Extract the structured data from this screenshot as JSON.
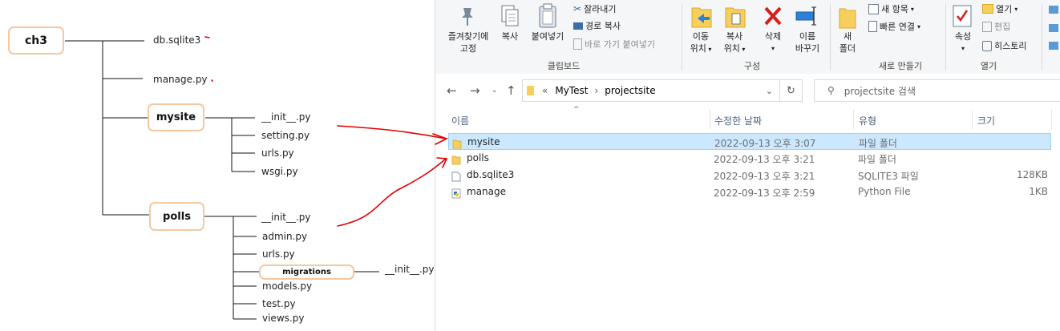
{
  "tree": {
    "root": "ch3",
    "root_files": [
      "db.sqlite3",
      "manage.py"
    ],
    "mysite": {
      "name": "mysite",
      "files": [
        "__init__.py",
        "setting.py",
        "urls.py",
        "wsgi.py"
      ]
    },
    "polls": {
      "name": "polls",
      "files": [
        "__init__.py",
        "admin.py",
        "urls.py",
        "models.py",
        "test.py",
        "views.py"
      ]
    },
    "migrations": {
      "name": "migrations",
      "files": [
        "__init__.py"
      ]
    }
  },
  "ribbon": {
    "clipboard": {
      "pin_label_1": "즐겨찾기에",
      "pin_label_2": "고정",
      "copy": "복사",
      "paste": "붙여넣기",
      "cut": "잘라내기",
      "copy_path": "경로 복사",
      "paste_shortcut": "바로 가기 붙여넣기",
      "group": "클립보드"
    },
    "organize": {
      "move_1": "이동",
      "move_2": "위치",
      "copyto_1": "복사",
      "copyto_2": "위치",
      "delete": "삭제",
      "rename_1": "이름",
      "rename_2": "바꾸기",
      "group": "구성"
    },
    "new": {
      "new_folder_1": "새",
      "new_folder_2": "폴더",
      "new_item": "새 항목",
      "easy_access": "빠른 연결",
      "group": "새로 만들기"
    },
    "open": {
      "properties": "속성",
      "open": "열기",
      "edit": "편집",
      "history": "히스토리",
      "group": "열기"
    }
  },
  "address": {
    "overflow": "«",
    "crumbs": [
      "MyTest",
      "projectsite"
    ],
    "search_placeholder": "projectsite 검색"
  },
  "columns": {
    "name": "이름",
    "modified": "수정한 날짜",
    "type": "유형",
    "size": "크기"
  },
  "files": [
    {
      "name": "mysite",
      "modified": "2022-09-13 오후 3:07",
      "type": "파일 폴더",
      "size": "",
      "icon": "folder-icon",
      "selected": true
    },
    {
      "name": "polls",
      "modified": "2022-09-13 오후 3:21",
      "type": "파일 폴더",
      "size": "",
      "icon": "folder-icon",
      "selected": false
    },
    {
      "name": "db.sqlite3",
      "modified": "2022-09-13 오후 3:21",
      "type": "SQLITE3 파일",
      "size": "128KB",
      "icon": "file-icon",
      "selected": false
    },
    {
      "name": "manage",
      "modified": "2022-09-13 오후 2:59",
      "type": "Python File",
      "size": "1KB",
      "icon": "python-file-icon",
      "selected": false
    }
  ],
  "colors": {
    "node_border": "#f4c9a1",
    "selection": "#cce8ff",
    "annotation": "#e00000"
  }
}
